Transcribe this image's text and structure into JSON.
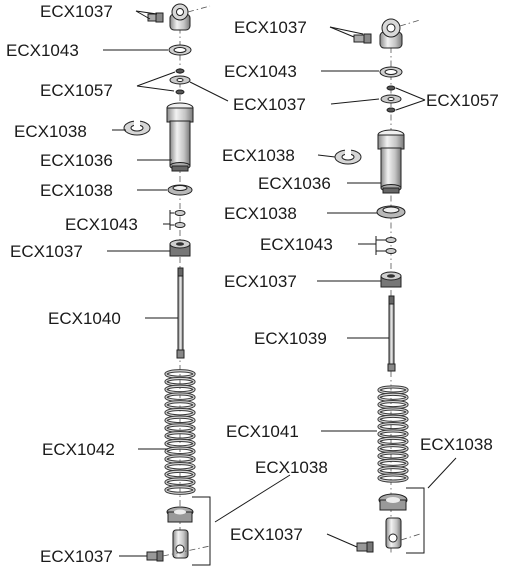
{
  "diagram": {
    "left_assembly": {
      "labels": {
        "top_cap_screw": "ECX1037",
        "top_oring": "ECX1043",
        "piston_parts": "ECX1057",
        "clip": "ECX1038",
        "body": "ECX1036",
        "lower_cap_collar": "ECX1038",
        "lower_orings": "ECX1043",
        "seal_nut": "ECX1037",
        "shaft": "ECX1040",
        "spring": "ECX1042",
        "spring_cup": "ECX1038",
        "rod_end": "ECX1037"
      }
    },
    "right_assembly": {
      "labels": {
        "top_cap_screw": "ECX1037",
        "top_oring": "ECX1043",
        "piston_center": "ECX1037",
        "piston_parts": "ECX1057",
        "clip": "ECX1038",
        "body": "ECX1036",
        "lower_cap_collar": "ECX1038",
        "lower_orings": "ECX1043",
        "seal_nut": "ECX1037",
        "shaft": "ECX1039",
        "spring": "ECX1041",
        "spring_cup": "ECX1038",
        "rod_end": "ECX1037"
      }
    },
    "colors": {
      "metal_light": "#e6e6e6",
      "metal_mid": "#bdbdbd",
      "metal_dark": "#7a7a7a",
      "ink": "#1a1a1a"
    }
  }
}
